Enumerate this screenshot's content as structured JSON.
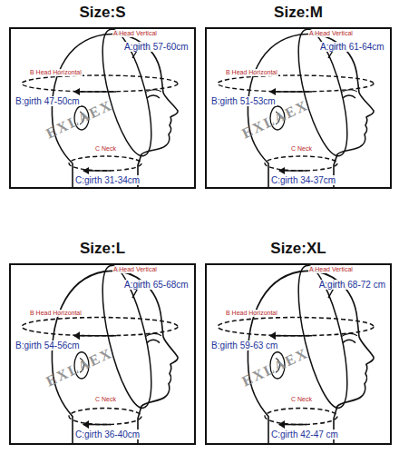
{
  "diagram": {
    "nodes": [
      {
        "text": [
          "Size:S",
          "A Head Vertical",
          "A:girth 57-60cm",
          "B Head Horizontal",
          "B:girth 47-50cm",
          "EXLAEX",
          "C Neck",
          "C:girth 31-34cm"
        ]
      },
      {
        "text": [
          "Size:M",
          "A Head Vertical",
          "A:girth 61-64cm",
          "B Head Horizontal",
          "B:girth 51-53cm",
          "EXLAEX",
          "C Neck",
          "C:girth 34-37cm"
        ]
      },
      {
        "text": [
          "Size:L",
          "A Head Vertical",
          "A:girth 65-68cm",
          "B Head Horizontal",
          "B:girth 54-56cm",
          "EXLAEX",
          "C Neck",
          "C:girth 36-40cm"
        ]
      },
      {
        "text": [
          "Size:XL",
          "A Head Vertical",
          "A:girth 68-72 cm",
          "B Head Horizontal",
          "B:girth 59-63 cm",
          "EXLAEX",
          "C Neck",
          "C:girth 42-47 cm"
        ]
      }
    ]
  }
}
